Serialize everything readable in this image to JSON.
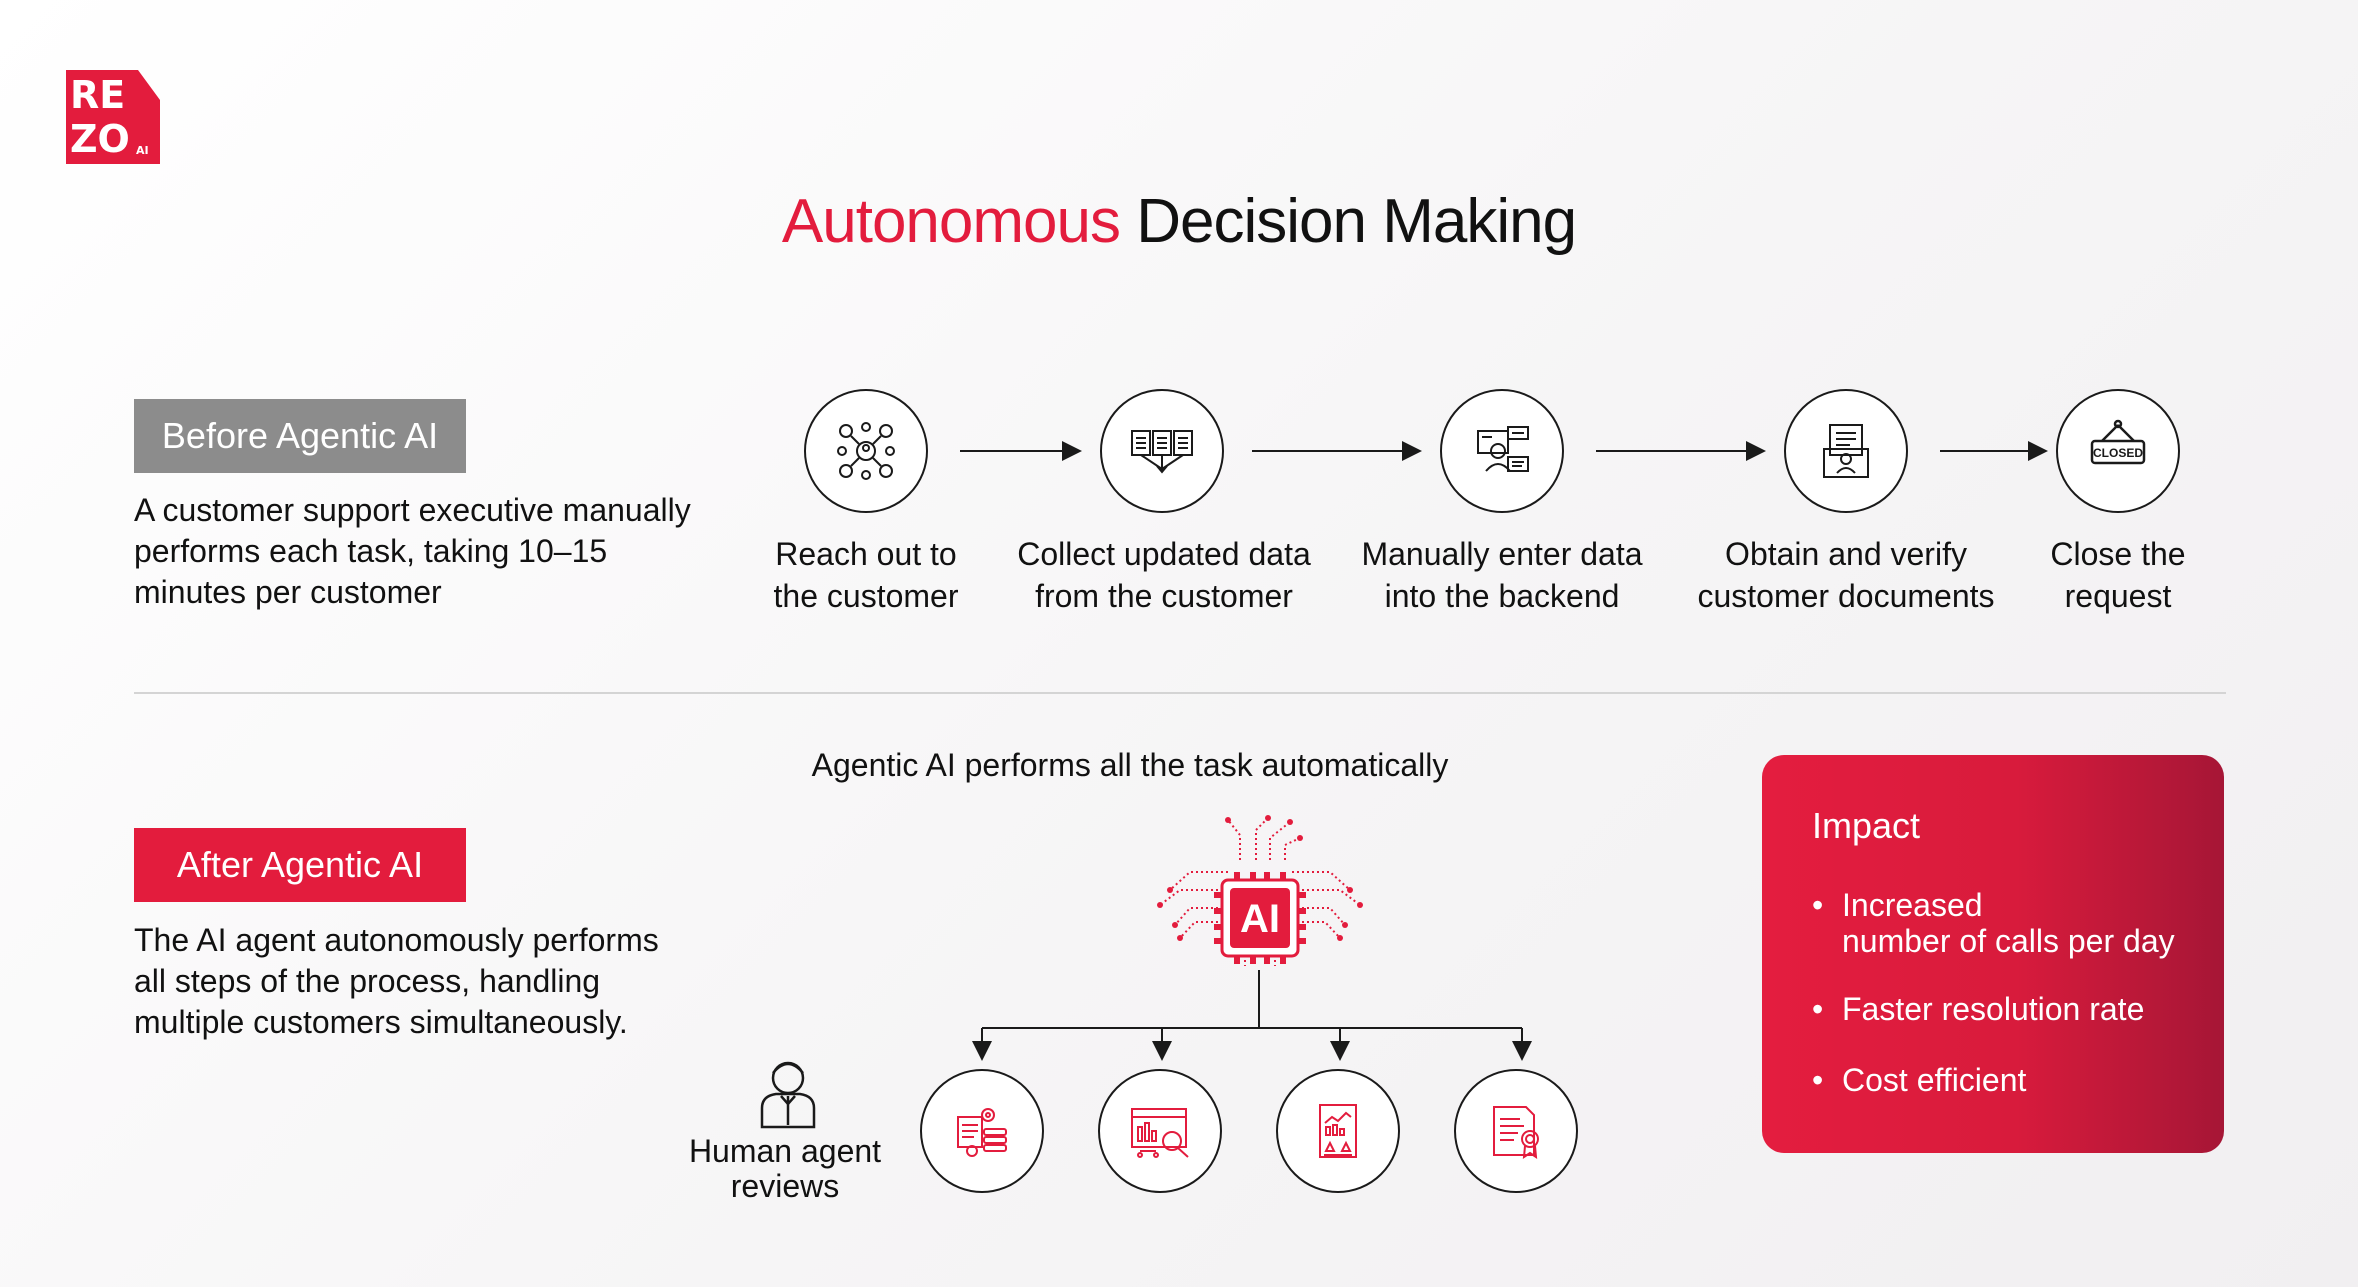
{
  "brand": {
    "logo_line1": "RE",
    "logo_line2": "ZO",
    "logo_suffix": "AI",
    "logo_color": "#e31c3d"
  },
  "title": {
    "accent": "Autonomous",
    "rest": "Decision Making",
    "accent_color": "#e31c3d"
  },
  "before": {
    "label": "Before Agentic AI",
    "label_color": "#8c8c8c",
    "description": "A customer support executive manually performs each task, taking 10–15 minutes per customer",
    "steps": [
      {
        "icon": "people-network-icon",
        "line1": "Reach out to",
        "line2": "the customer"
      },
      {
        "icon": "documents-collect-icon",
        "line1": "Collect updated data",
        "line2": "from the customer"
      },
      {
        "icon": "data-entry-icon",
        "line1": "Manually enter data",
        "line2": "into the backend"
      },
      {
        "icon": "verify-document-icon",
        "line1": "Obtain and verify",
        "line2": "customer documents"
      },
      {
        "icon": "closed-sign-icon",
        "line1": "Close the",
        "line2": "request",
        "sign_text": "CLOSED"
      }
    ]
  },
  "after": {
    "label": "After Agentic AI",
    "label_color": "#e31c3d",
    "description": "The AI agent autonomously performs all steps of the process, handling multiple customers simultaneously.",
    "caption": "Agentic AI performs all the task automatically",
    "chip_text": "AI",
    "human_icon": "human-agent-icon",
    "human_line1": "Human agent",
    "human_line2": "reviews",
    "outputs": [
      "settings-data-icon",
      "analytics-search-icon",
      "report-chart-icon",
      "certificate-document-icon"
    ]
  },
  "impact": {
    "title": "Impact",
    "items": [
      {
        "line1": "Increased",
        "line2": "number of calls per day"
      },
      {
        "line1": "Faster resolution rate"
      },
      {
        "line1": "Cost efficient"
      }
    ],
    "bullet": "•"
  }
}
